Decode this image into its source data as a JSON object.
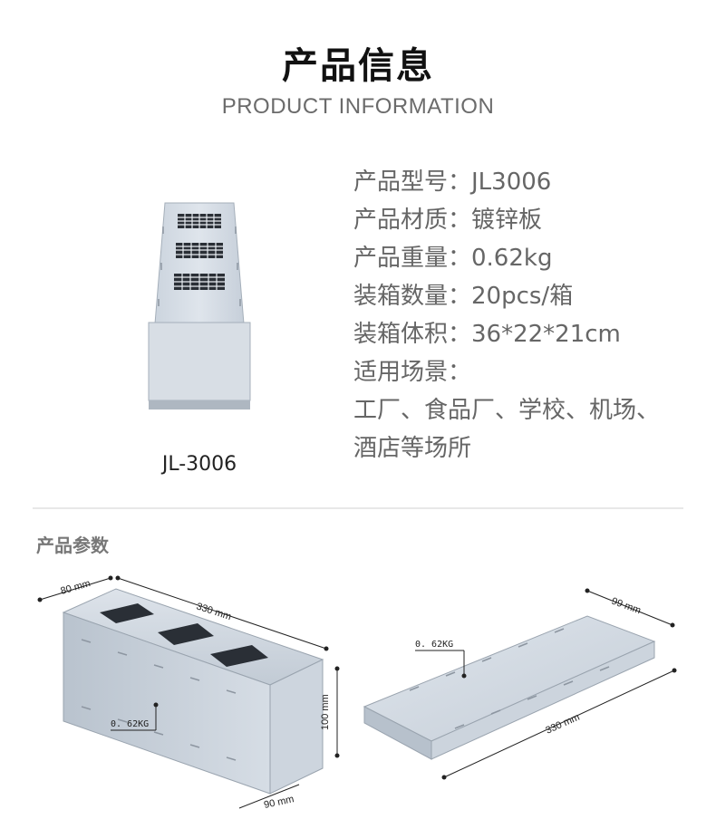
{
  "header": {
    "title": "产品信息",
    "subtitle": "PRODUCT INFORMATION"
  },
  "product": {
    "model_caption": "JL-3006",
    "specs": [
      "产品型号：JL3006",
      "产品材质：镀锌板",
      "产品重量：0.62kg",
      "装箱数量：20pcs/箱",
      "装箱体积：36*22*21cm",
      "适用场景：",
      "工厂、食品厂、学校、机场、",
      "酒店等场所"
    ]
  },
  "params": {
    "title": "产品参数",
    "left": {
      "width_label": "80 mm",
      "length_label": "330 mm",
      "height_label": "100 mm",
      "bottom_label": "90 mm",
      "weight_label": "0. 62KG"
    },
    "right": {
      "width_label": "99 mm",
      "length_label": "330 mm",
      "weight_label": "0. 62KG"
    }
  }
}
